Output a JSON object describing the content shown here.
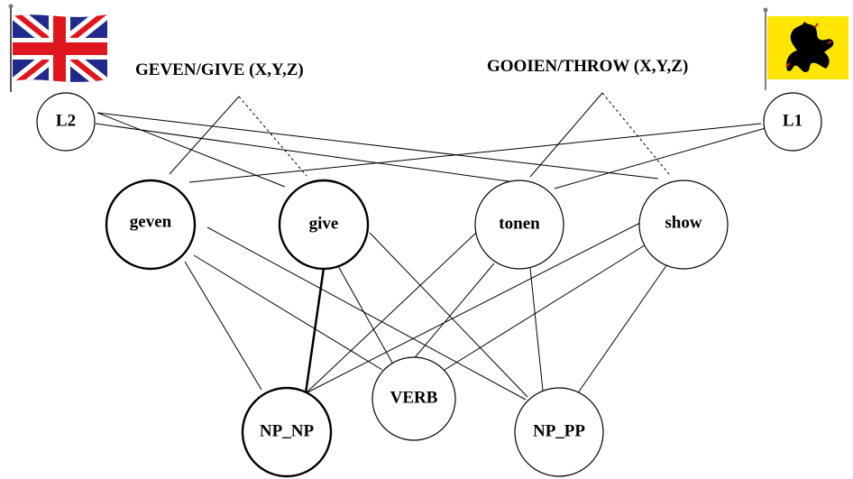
{
  "titles": {
    "left": "GEVEN/GIVE (X,Y,Z)",
    "right": "GOOIEN/THROW (X,Y,Z)"
  },
  "flags": {
    "left": {
      "name": "union-jack-flag",
      "colors": {
        "blue": "#1f2a8a",
        "red": "#e0161f",
        "white": "#ffffff"
      }
    },
    "right": {
      "name": "flemish-lion-flag",
      "colors": {
        "field": "#ffe600",
        "lion": "#000000",
        "claws": "#e0161f"
      }
    }
  },
  "nodes": {
    "L2": "L2",
    "L1": "L1",
    "geven": "geven",
    "give": "give",
    "tonen": "tonen",
    "show": "show",
    "VERB": "VERB",
    "NP_NP": "NP_NP",
    "NP_PP": "NP_PP"
  }
}
